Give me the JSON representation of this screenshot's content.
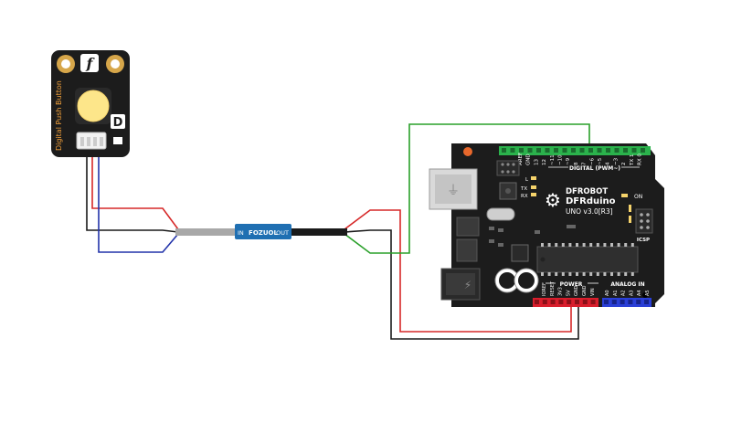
{
  "button_module": {
    "logo": "f",
    "label": "Digital Push Button",
    "badge": "D"
  },
  "connector": {
    "in_label": "IN",
    "brand": "FOZUOL",
    "out_label": "OUT"
  },
  "board": {
    "brand": "DFROBOT",
    "model": "DFRduino",
    "version": "UNO v3.0[R3]",
    "digital_label": "DIGITAL (PWM~)",
    "digital_pins": [
      "AREF",
      "GND",
      "13",
      "12",
      "~11",
      "~10",
      "~9",
      "8",
      "7",
      "~6",
      "~5",
      "4",
      "~3",
      "2",
      "TX 1",
      "RX 0"
    ],
    "power_label": "POWER",
    "power_pins": [
      "IOREF",
      "RESET",
      "3V3",
      "5V",
      "GND",
      "GND",
      "VIN"
    ],
    "analog_label": "ANALOG IN",
    "analog_pins": [
      "A0",
      "A1",
      "A2",
      "A3",
      "A4",
      "A5"
    ],
    "icsp_label": "ICSP",
    "on_label": "ON",
    "tx_label": "TX",
    "rx_label": "RX",
    "l_label": "L"
  },
  "colors": {
    "wire_red": "#d62828",
    "wire_black": "#1a1a1a",
    "wire_blue": "#2233aa",
    "wire_green": "#2aa02a",
    "board_black": "#1c1c1c",
    "header_green": "#2bb24c",
    "header_red": "#d81e2c",
    "header_blue": "#2a3fd6",
    "button_yellow": "#fde68a",
    "connector_blue": "#1f6fb2"
  }
}
